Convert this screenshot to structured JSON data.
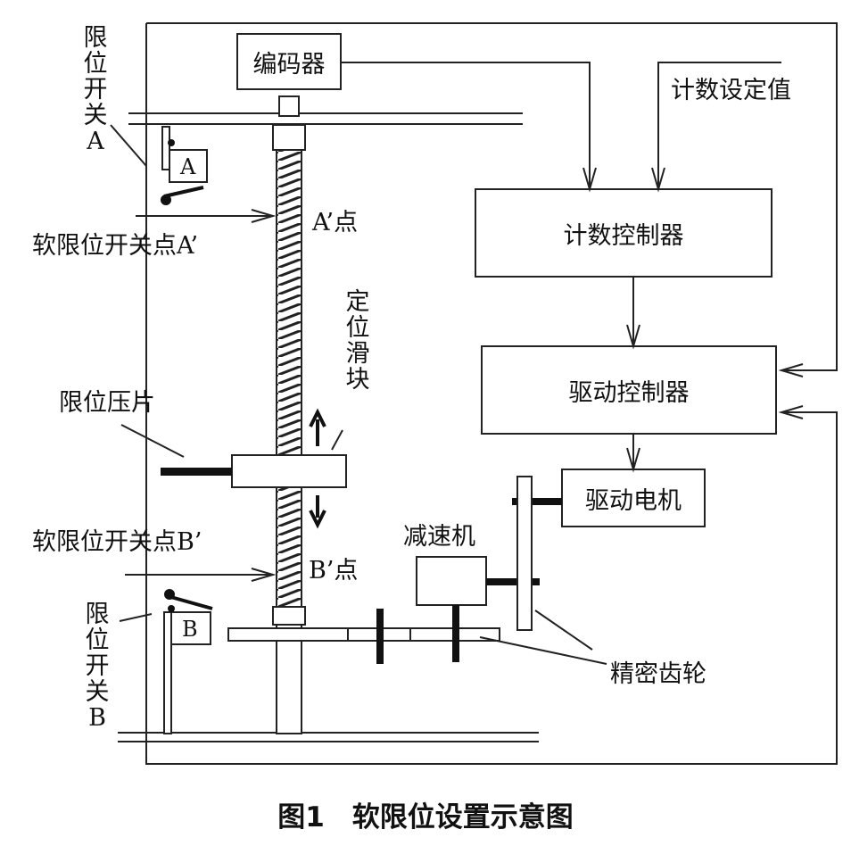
{
  "encoder": "编码器",
  "count_setpoint": "计数设定值",
  "count_controller": "计数控制器",
  "drive_controller": "驱动控制器",
  "drive_motor": "驱动电机",
  "reducer": "减速机",
  "precision_gear": "精密齿轮",
  "limit_plate": "限位压片",
  "slider_vertical": [
    "定",
    "位",
    "滑",
    "块"
  ],
  "limit_switch_a_vertical": [
    "限",
    "位",
    "开",
    "关",
    "A"
  ],
  "limit_switch_b_vertical": [
    "限",
    "位",
    "开",
    "关",
    "B"
  ],
  "soft_limit_a": "软限位开关点A’",
  "soft_limit_b": "软限位开关点B’",
  "point_a": "A’点",
  "point_b": "B’点",
  "switch_a_letter": "A",
  "switch_b_letter": "B",
  "caption": "图1　软限位设置示意图"
}
